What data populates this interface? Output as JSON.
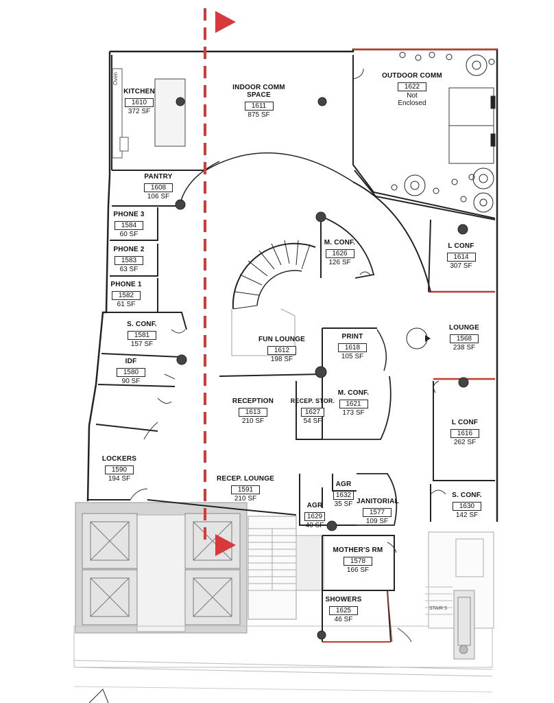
{
  "rooms": {
    "kitchen": {
      "name": "KITCHEN",
      "number": "1610",
      "area": "372 SF"
    },
    "indoor_comm": {
      "name1": "INDOOR COMM",
      "name2": "SPACE",
      "number": "1611",
      "area": "875 SF"
    },
    "outdoor_comm": {
      "name": "OUTDOOR COMM",
      "number": "1622",
      "note1": "Not",
      "note2": "Enclosed"
    },
    "pantry": {
      "name": "PANTRY",
      "number": "1608",
      "area": "106 SF"
    },
    "phone3": {
      "name": "PHONE 3",
      "number": "1584",
      "area": "60 SF"
    },
    "phone2": {
      "name": "PHONE 2",
      "number": "1583",
      "area": "63 SF"
    },
    "phone1": {
      "name": "PHONE 1",
      "number": "1582",
      "area": "61 SF"
    },
    "m_conf_1626": {
      "name": "M. CONF.",
      "number": "1626",
      "area": "126 SF"
    },
    "l_conf_1614": {
      "name": "L CONF",
      "number": "1614",
      "area": "307 SF"
    },
    "s_conf_1581": {
      "name": "S. CONF.",
      "number": "1581",
      "area": "157 SF"
    },
    "idf": {
      "name": "IDF",
      "number": "1580",
      "area": "90 SF"
    },
    "fun_lounge": {
      "name": "FUN LOUNGE",
      "number": "1612",
      "area": "198 SF"
    },
    "print": {
      "name": "PRINT",
      "number": "1618",
      "area": "105 SF"
    },
    "lounge": {
      "name": "LOUNGE",
      "number": "1568",
      "area": "238 SF"
    },
    "reception": {
      "name": "RECEPTION",
      "number": "1613",
      "area": "210 SF"
    },
    "recep_stor": {
      "name": "RECEP. STOR.",
      "number": "1627",
      "area": "54 SF"
    },
    "m_conf_1621": {
      "name": "M. CONF.",
      "number": "1621",
      "area": "173 SF"
    },
    "l_conf_1616": {
      "name": "L CONF",
      "number": "1616",
      "area": "262 SF"
    },
    "lockers": {
      "name": "LOCKERS",
      "number": "1590",
      "area": "194 SF"
    },
    "recep_lounge": {
      "name": "RECEP. LOUNGE",
      "number": "1591",
      "area": "210 SF"
    },
    "agr_1632": {
      "name": "AGR",
      "number": "1632",
      "area": "35 SF"
    },
    "agr_1629": {
      "name": "AGR",
      "number": "1629",
      "area": "40 SF"
    },
    "janitorial": {
      "name": "JANITORIAL",
      "number": "1577",
      "area": "109 SF"
    },
    "s_conf_1630": {
      "name": "S. CONF.",
      "number": "1630",
      "area": "142 SF"
    },
    "mothers_rm": {
      "name": "MOTHER'S RM",
      "number": "1578",
      "area": "166 SF"
    },
    "showers": {
      "name": "SHOWERS",
      "number": "1625",
      "area": "46 SF"
    }
  },
  "labels": {
    "oven": "Oven",
    "stair": "STAIR 5"
  },
  "colors": {
    "section_line": "#d63a3a",
    "walls": "#222222",
    "core": "#c9c9c9",
    "core_dark": "#9a9a9a",
    "accent_red": "#c0392b"
  }
}
